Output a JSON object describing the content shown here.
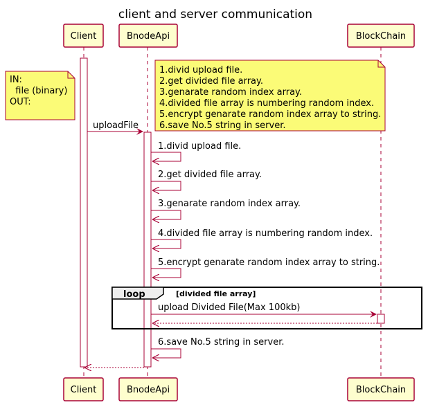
{
  "title": "client and server communication",
  "participants": [
    "Client",
    "BnodeApi",
    "BlockChain"
  ],
  "note_left": [
    "IN:",
    "  file (binary)",
    "OUT:"
  ],
  "note_right": [
    "1.divid upload file.",
    "2.get divided file array.",
    "3.genarate random index array.",
    "4.divided file array is numbering random index.",
    "5.encrypt genarate random index array to string.",
    "6.save No.5 string in server."
  ],
  "upload_message": "uploadFile",
  "self_messages": [
    "1.divid upload file.",
    "2.get divided file array.",
    "3.genarate random index array.",
    "4.divided file array is numbering random index.",
    "5.encrypt genarate random index array to string."
  ],
  "loop": {
    "keyword": "loop",
    "condition": "[divided file array]",
    "message": "upload Divided File(Max 100kb)"
  },
  "final_message": "6.save No.5 string in server."
}
